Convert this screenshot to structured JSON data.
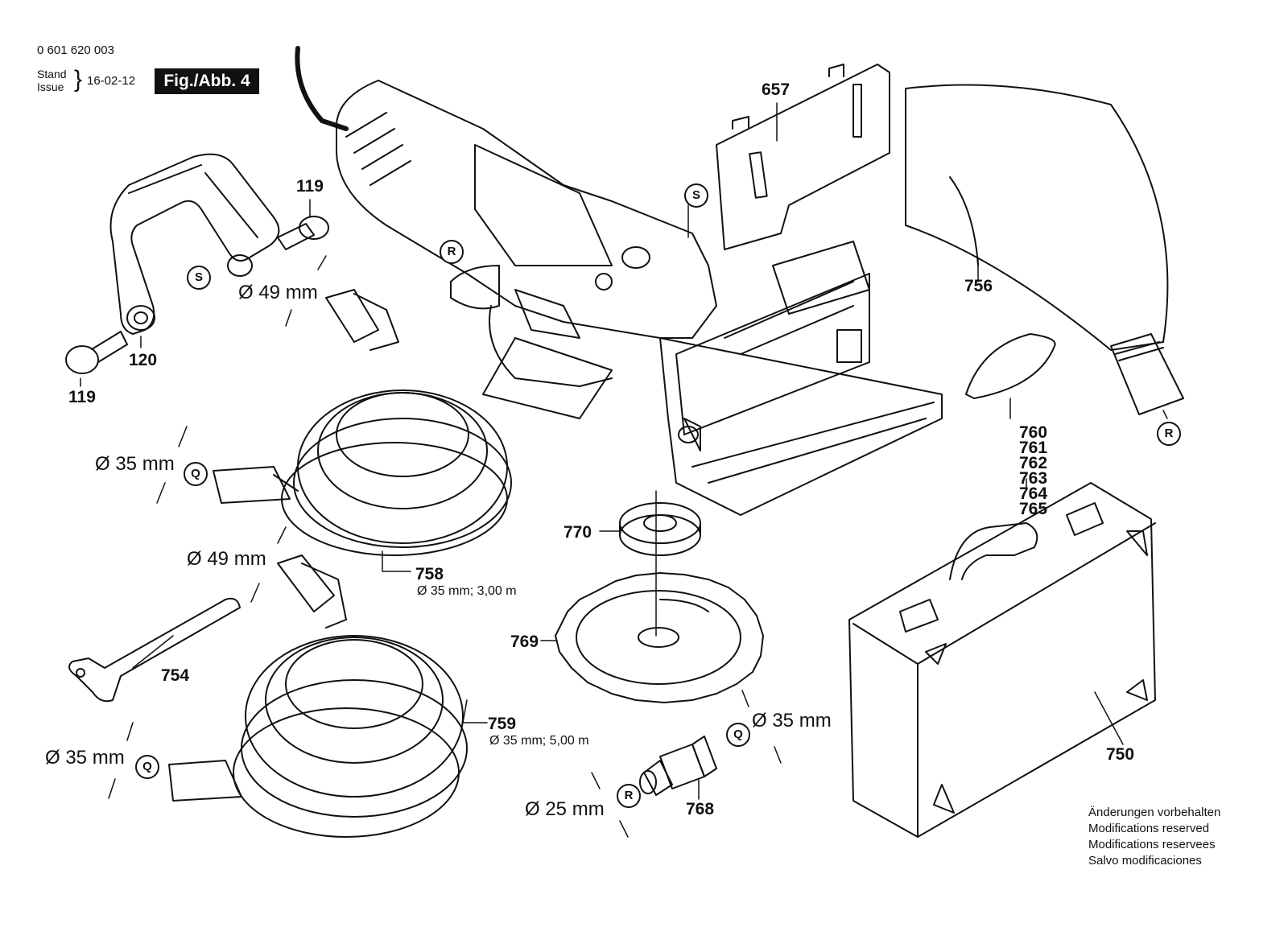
{
  "header": {
    "doc_number": "0 601 620 003",
    "stand_label": "Stand",
    "issue_label": "Issue",
    "date": "16-02-12",
    "figure": "Fig./Abb. 4"
  },
  "parts": {
    "p657": "657",
    "p119a": "119",
    "p119b": "119",
    "p120": "120",
    "p756": "756",
    "p758": "758",
    "p759": "759",
    "p754": "754",
    "p770": "770",
    "p769": "769",
    "p768": "768",
    "p750": "750",
    "p760": "760",
    "p761": "761",
    "p762": "762",
    "p763": "763",
    "p764": "764",
    "p765": "765"
  },
  "hose_specs": {
    "h758": "Ø 35 mm; 3,00 m",
    "h759": "Ø 35 mm; 5,00 m"
  },
  "dimensions": {
    "d49_top": "Ø 49 mm",
    "d35_top": "Ø 35 mm",
    "d49_mid": "Ø 49 mm",
    "d35_bot": "Ø 35 mm",
    "d35_adapter": "Ø 35 mm",
    "d25_adapter": "Ø 25 mm"
  },
  "markers": {
    "s1": "S",
    "s2": "S",
    "r1": "R",
    "r2": "R",
    "r3": "R",
    "q1": "Q",
    "q2": "Q",
    "q3": "Q"
  },
  "notes": [
    "Änderungen vorbehalten",
    "Modifications reserved",
    "Modifications reservees",
    "Salvo modificaciones"
  ]
}
